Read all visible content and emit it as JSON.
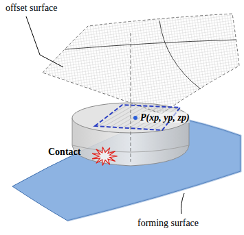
{
  "diagram": {
    "labels": [
      "offset surface",
      "forming surface",
      "Contact",
      "P(xp, yp, zp)"
    ]
  }
}
